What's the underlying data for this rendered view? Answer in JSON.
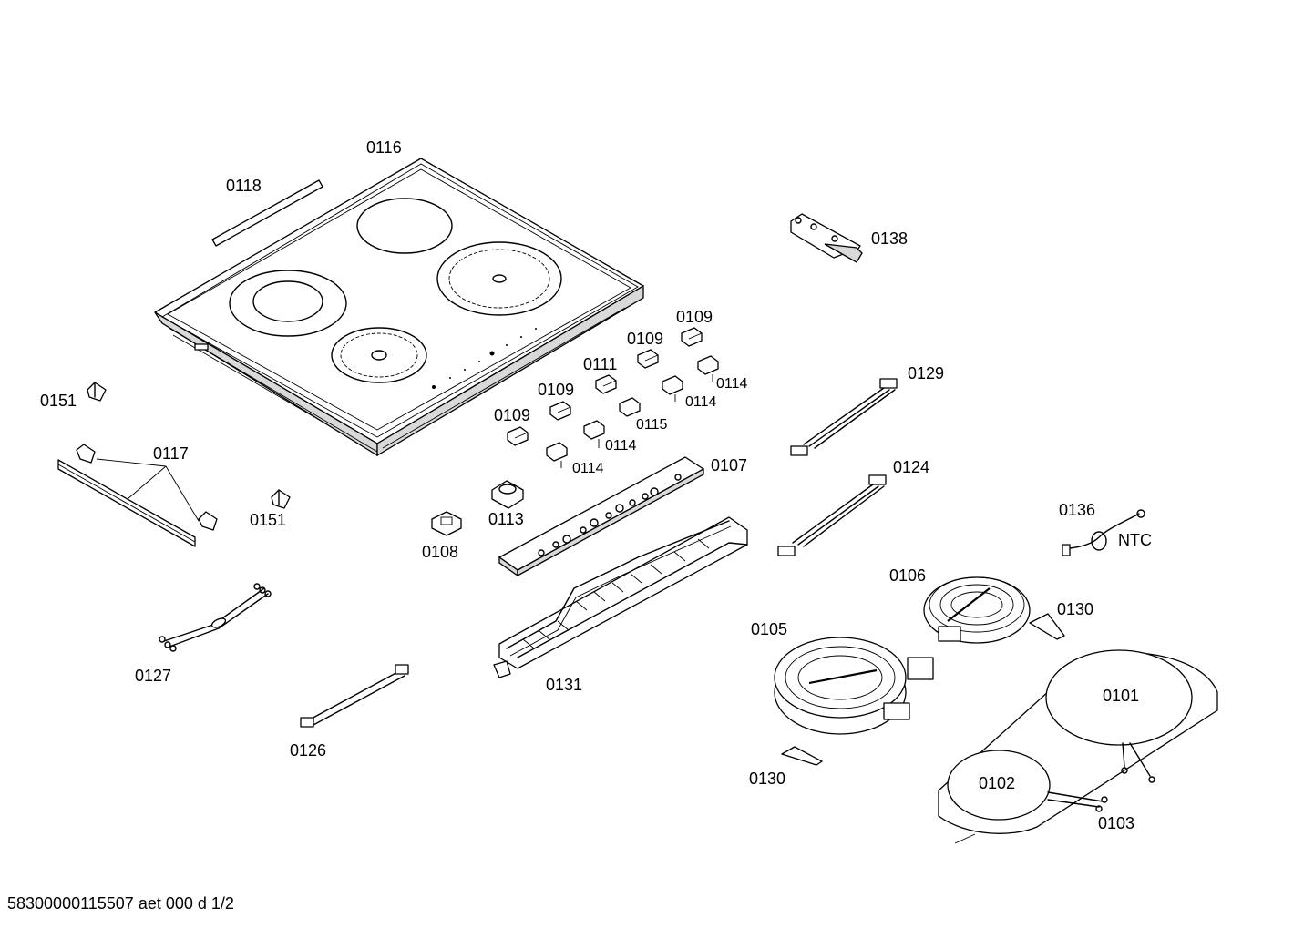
{
  "labels": {
    "l0116": "0116",
    "l0118": "0118",
    "l0138": "0138",
    "l0109a": "0109",
    "l0109b": "0109",
    "l0109c": "0109",
    "l0109d": "0109",
    "l0111": "0111",
    "l0114a": "0114",
    "l0114b": "0114",
    "l0114c": "0114",
    "l0114d": "0114",
    "l0115": "0115",
    "l0129": "0129",
    "l0151a": "0151",
    "l0151b": "0151",
    "l0117": "0117",
    "l0113": "0113",
    "l0108": "0108",
    "l0107": "0107",
    "l0124": "0124",
    "l0136": "0136",
    "lNTC": "NTC",
    "l0106": "0106",
    "l0130a": "0130",
    "l0130b": "0130",
    "l0105": "0105",
    "l0101": "0101",
    "l0127": "0127",
    "l0131": "0131",
    "l0126": "0126",
    "l0102": "0102",
    "l0103": "0103"
  },
  "footer": {
    "doc_id": "58300000115507 aet 000 d 1/2"
  }
}
